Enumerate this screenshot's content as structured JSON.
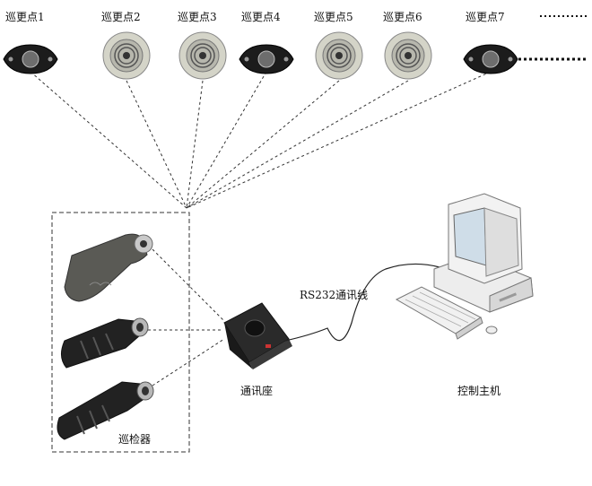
{
  "checkpoints": [
    {
      "label": "巡更点1",
      "style": "dark"
    },
    {
      "label": "巡更点2",
      "style": "silver"
    },
    {
      "label": "巡更点3",
      "style": "silver"
    },
    {
      "label": "巡更点4",
      "style": "dark"
    },
    {
      "label": "巡更点5",
      "style": "silver"
    },
    {
      "label": "巡更点6",
      "style": "silver"
    },
    {
      "label": "巡更点7",
      "style": "dark"
    }
  ],
  "labels": {
    "patrol_devices": "巡检器",
    "comm_base": "通讯座",
    "cable": "RS232通讯线",
    "host": "控制主机"
  },
  "colors": {
    "dark_button": "#1c1c1c",
    "silver_button": "#d4d4c8",
    "reader_body": "#2a2a2a",
    "computer_body": "#efefef",
    "screen": "#c9d8e4"
  }
}
